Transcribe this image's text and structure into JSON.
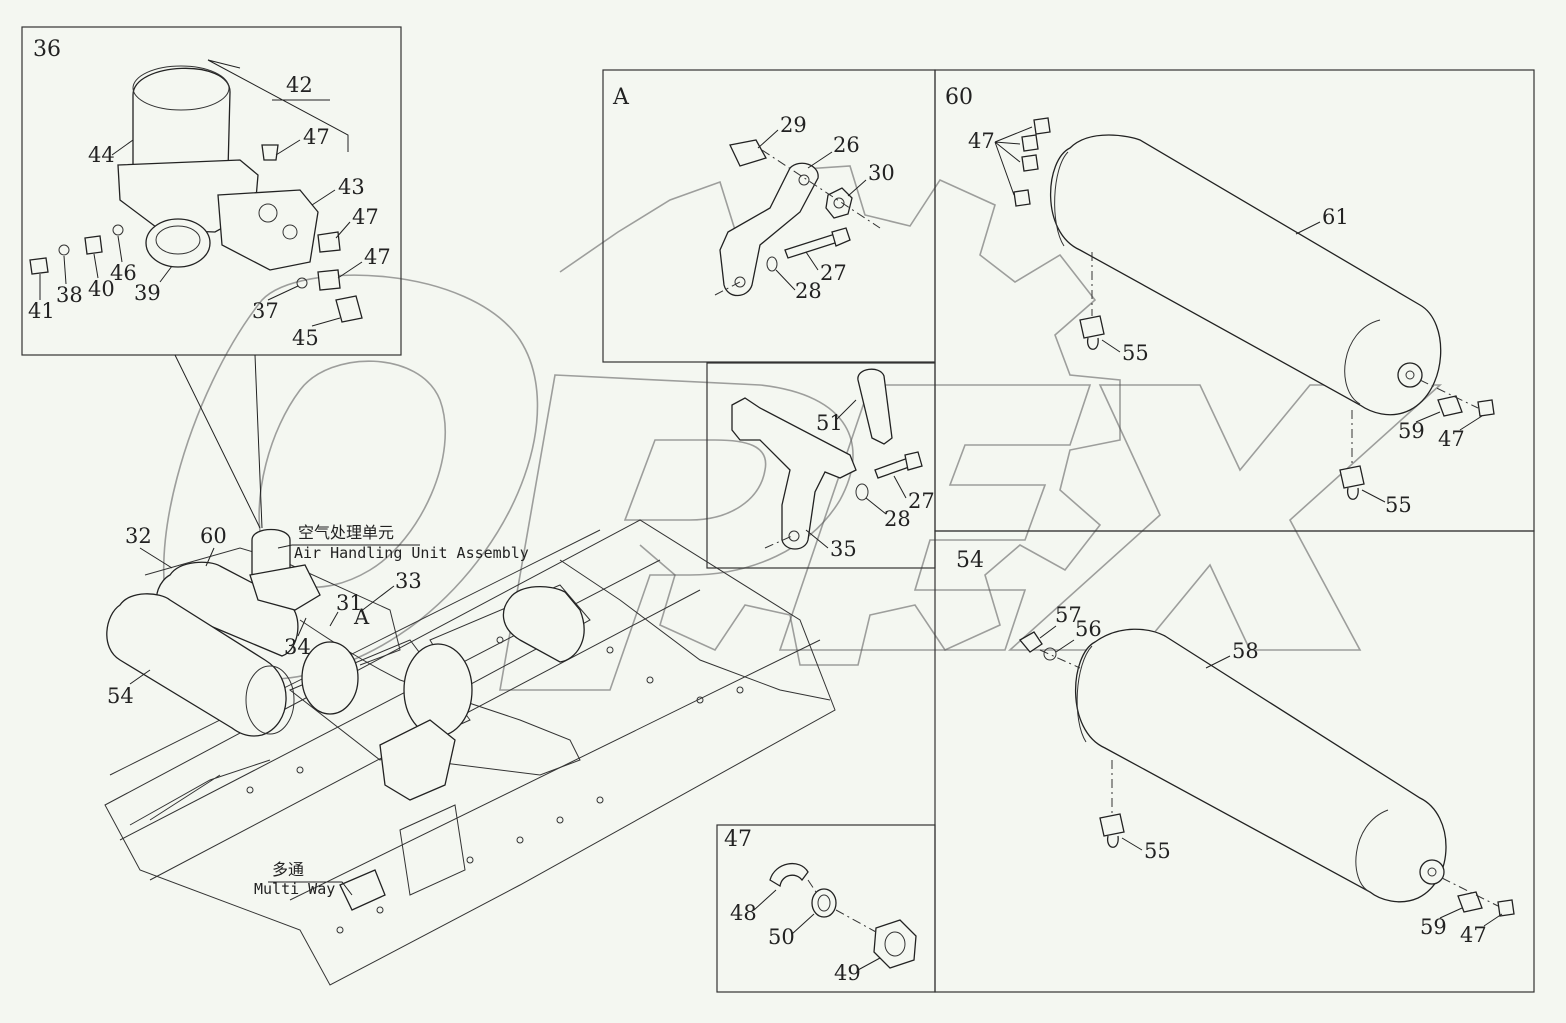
{
  "panels": {
    "air_unit": "36",
    "bracket_a": "A",
    "tank_60": "60",
    "tank_54": "54",
    "fitting_47": "47"
  },
  "labels": {
    "p42": "42",
    "p44": "44",
    "p47a": "47",
    "p43": "43",
    "p47b": "47",
    "p47c": "47",
    "p41": "41",
    "p38": "38",
    "p40": "40",
    "p46": "46",
    "p39": "39",
    "p37": "37",
    "p45": "45",
    "p29": "29",
    "p26": "26",
    "p30": "30",
    "p27a": "27",
    "p28a": "28",
    "p51": "51",
    "p27b": "27",
    "p28b": "28",
    "p35": "35",
    "p47d": "47",
    "p61": "61",
    "p55a": "55",
    "p59a": "59",
    "p47e": "47",
    "p55b": "55",
    "p57": "57",
    "p56": "56",
    "p58": "58",
    "p55c": "55",
    "p59b": "59",
    "p47f": "47",
    "p48": "48",
    "p50": "50",
    "p49": "49",
    "p32": "32",
    "p60": "60",
    "p33": "33",
    "p31": "31",
    "pA": "A",
    "p34": "34",
    "p54": "54"
  },
  "annotations": {
    "air_unit_cn": "空气处理单元",
    "air_unit_en": "Air Handling Unit Assembly",
    "multiway_cn": "多通",
    "multiway_en": "Multi Way"
  },
  "watermark": {
    "text": "OPEX",
    "color": "#555555"
  },
  "colors": {
    "line": "#222222",
    "background": "#f4f7f1"
  }
}
